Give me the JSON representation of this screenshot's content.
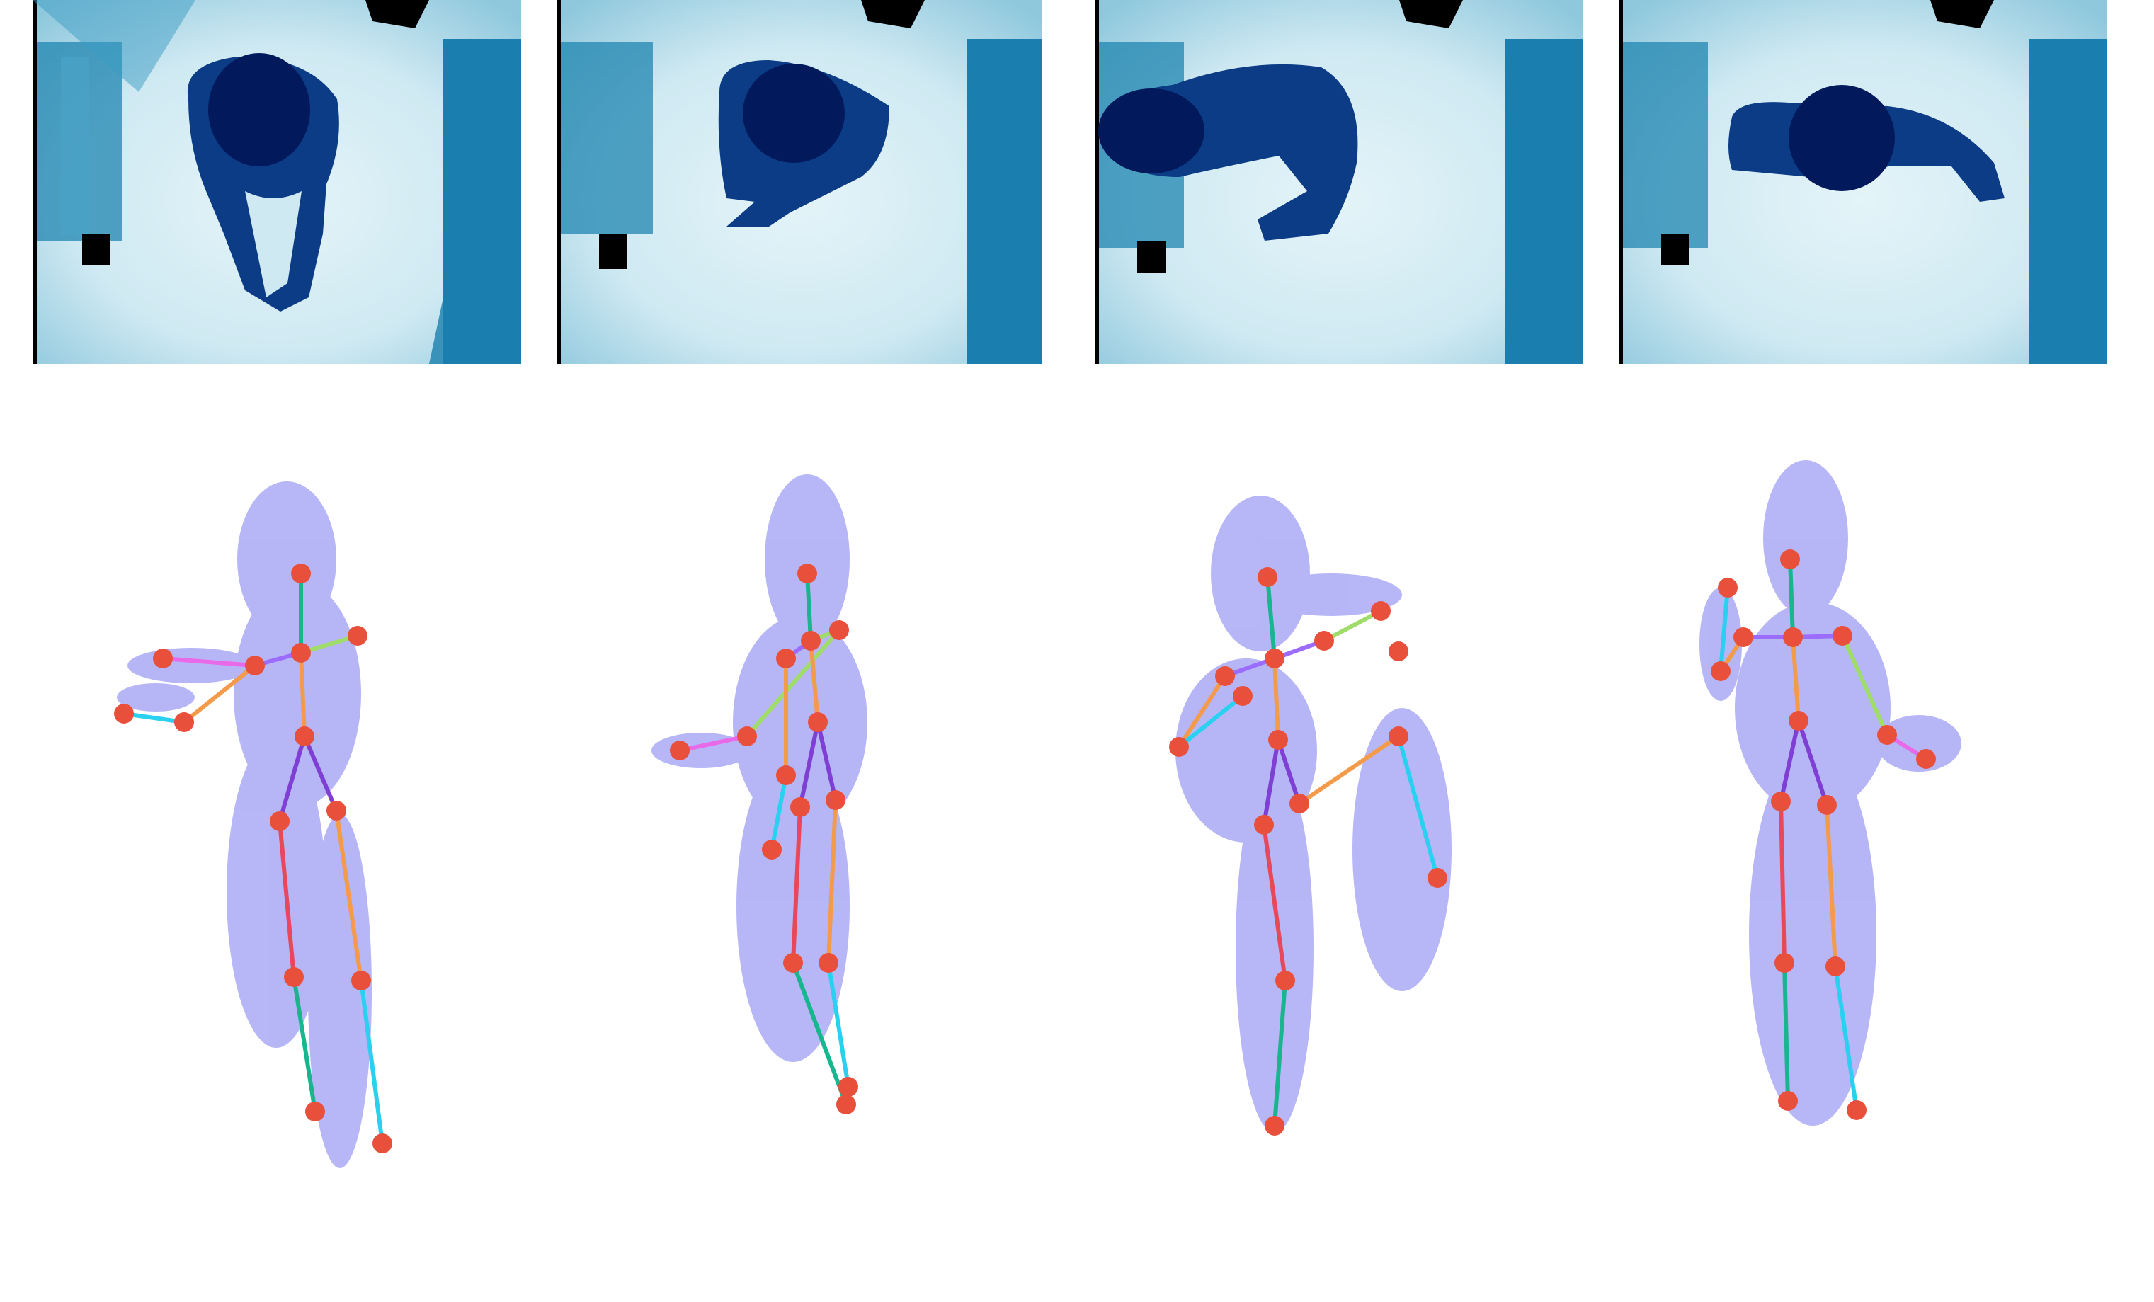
{
  "figure": {
    "depth_maps": [
      {
        "id": "depth-1",
        "pose": "arms-crossed-down"
      },
      {
        "id": "depth-2",
        "pose": "arm-reaching-left"
      },
      {
        "id": "depth-3",
        "pose": "leaning-kick"
      },
      {
        "id": "depth-4",
        "pose": "arms-out"
      }
    ],
    "skeletons": [
      {
        "id": "pose-1"
      },
      {
        "id": "pose-2"
      },
      {
        "id": "pose-3"
      },
      {
        "id": "pose-4"
      }
    ],
    "colors": {
      "joint": "#e9503c",
      "point_cloud": "#7b7cf0",
      "depth_bg_dark": "#0c6d99",
      "depth_bg_light": "#d8eef6",
      "body": "#0a2f7a",
      "head": "#02185a",
      "bones": [
        "#19b58f",
        "#9b6cff",
        "#7f3fd4",
        "#f39a4b",
        "#e8485a",
        "#2ad0f0",
        "#9fdc6a",
        "#e86ae8"
      ]
    }
  }
}
